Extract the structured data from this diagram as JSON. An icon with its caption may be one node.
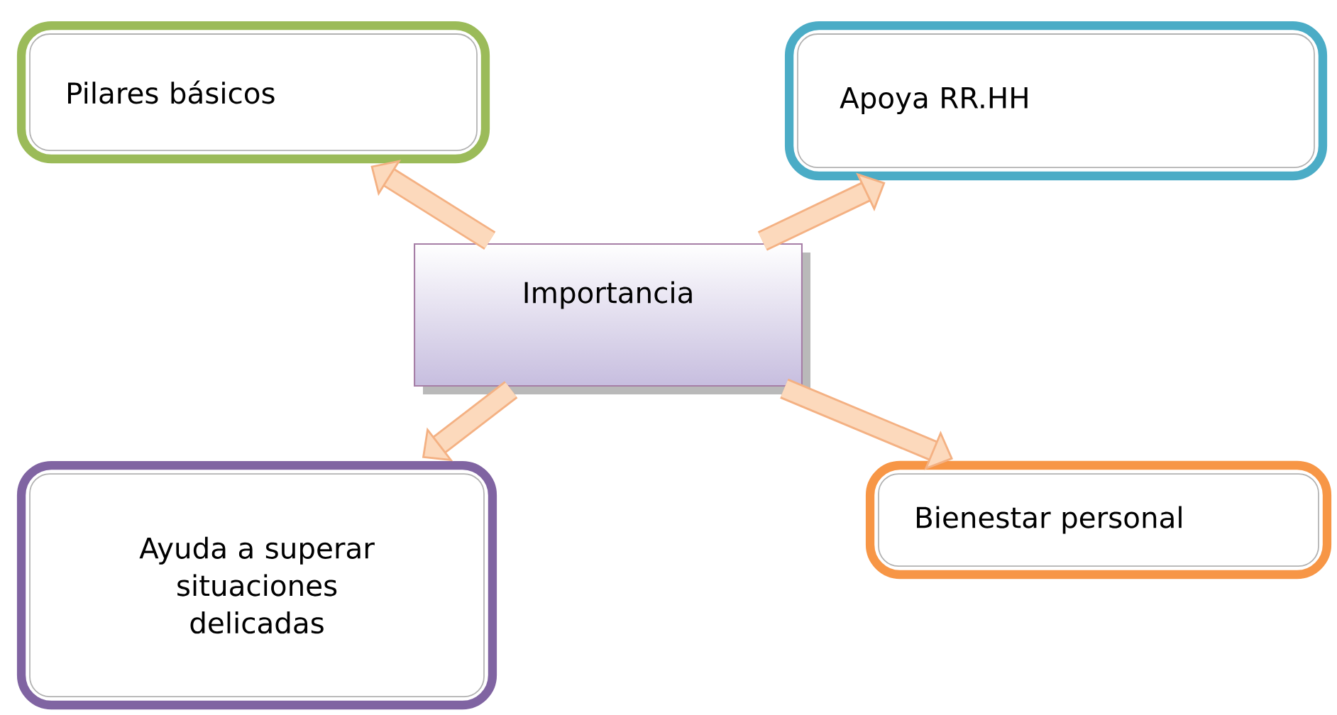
{
  "diagram": {
    "nodes": [
      {
        "text": [
          "Importancia"
        ]
      },
      {
        "text": [
          "Pilares básicos"
        ]
      },
      {
        "text": [
          "Apoya RR.HH"
        ]
      },
      {
        "text": [
          "Ayuda a superar situaciones delicadas"
        ]
      },
      {
        "text": [
          "Bienestar personal"
        ]
      }
    ],
    "edges": [
      {
        "from": 0,
        "to": 1,
        "arrow": "to"
      },
      {
        "from": 0,
        "to": 2,
        "arrow": "to"
      },
      {
        "from": 0,
        "to": 3,
        "arrow": "to"
      },
      {
        "from": 0,
        "to": 4,
        "arrow": "to"
      }
    ]
  }
}
